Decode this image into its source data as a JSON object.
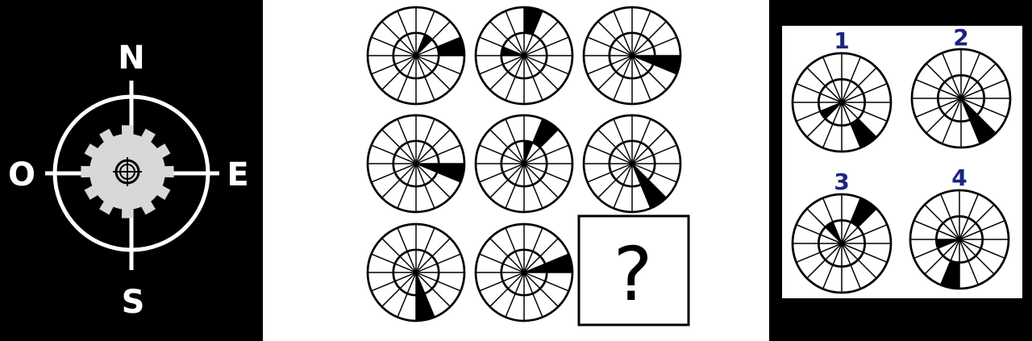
{
  "compass": {
    "north": "N",
    "east": "E",
    "south": "S",
    "west": "O"
  },
  "question_mark": "?",
  "colors": {
    "background_dark": "#000000",
    "background_light": "#ffffff",
    "gear": "#d8d8d8",
    "option_label": "#1c2480"
  },
  "wheel_model": {
    "spokes": 16,
    "sector_degrees": 22.5,
    "angle_origin": "north",
    "angle_direction": "clockwise"
  },
  "grid": [
    {
      "row": 1,
      "col": 1,
      "inner": 1,
      "outer": 3
    },
    {
      "row": 1,
      "col": 2,
      "inner": 12,
      "outer": 0
    },
    {
      "row": 1,
      "col": 3,
      "inner": 4,
      "outer": 4
    },
    {
      "row": 2,
      "col": 1,
      "inner": 4,
      "outer": 4
    },
    {
      "row": 2,
      "col": 2,
      "inner": 0,
      "outer": 1
    },
    {
      "row": 2,
      "col": 3,
      "inner": 6,
      "outer": 6
    },
    {
      "row": 3,
      "col": 1,
      "inner": 7,
      "outer": 7
    },
    {
      "row": 3,
      "col": 2,
      "inner": 3,
      "outer": 3
    },
    {
      "row": 3,
      "col": 3,
      "missing": true
    }
  ],
  "options": [
    {
      "label": "1",
      "inner": 10,
      "outer": 6
    },
    {
      "label": "2",
      "inner": 6,
      "outer": 6
    },
    {
      "label": "3",
      "inner": 14,
      "outer": 1
    },
    {
      "label": "4",
      "inner": 11,
      "outer": 8
    }
  ]
}
